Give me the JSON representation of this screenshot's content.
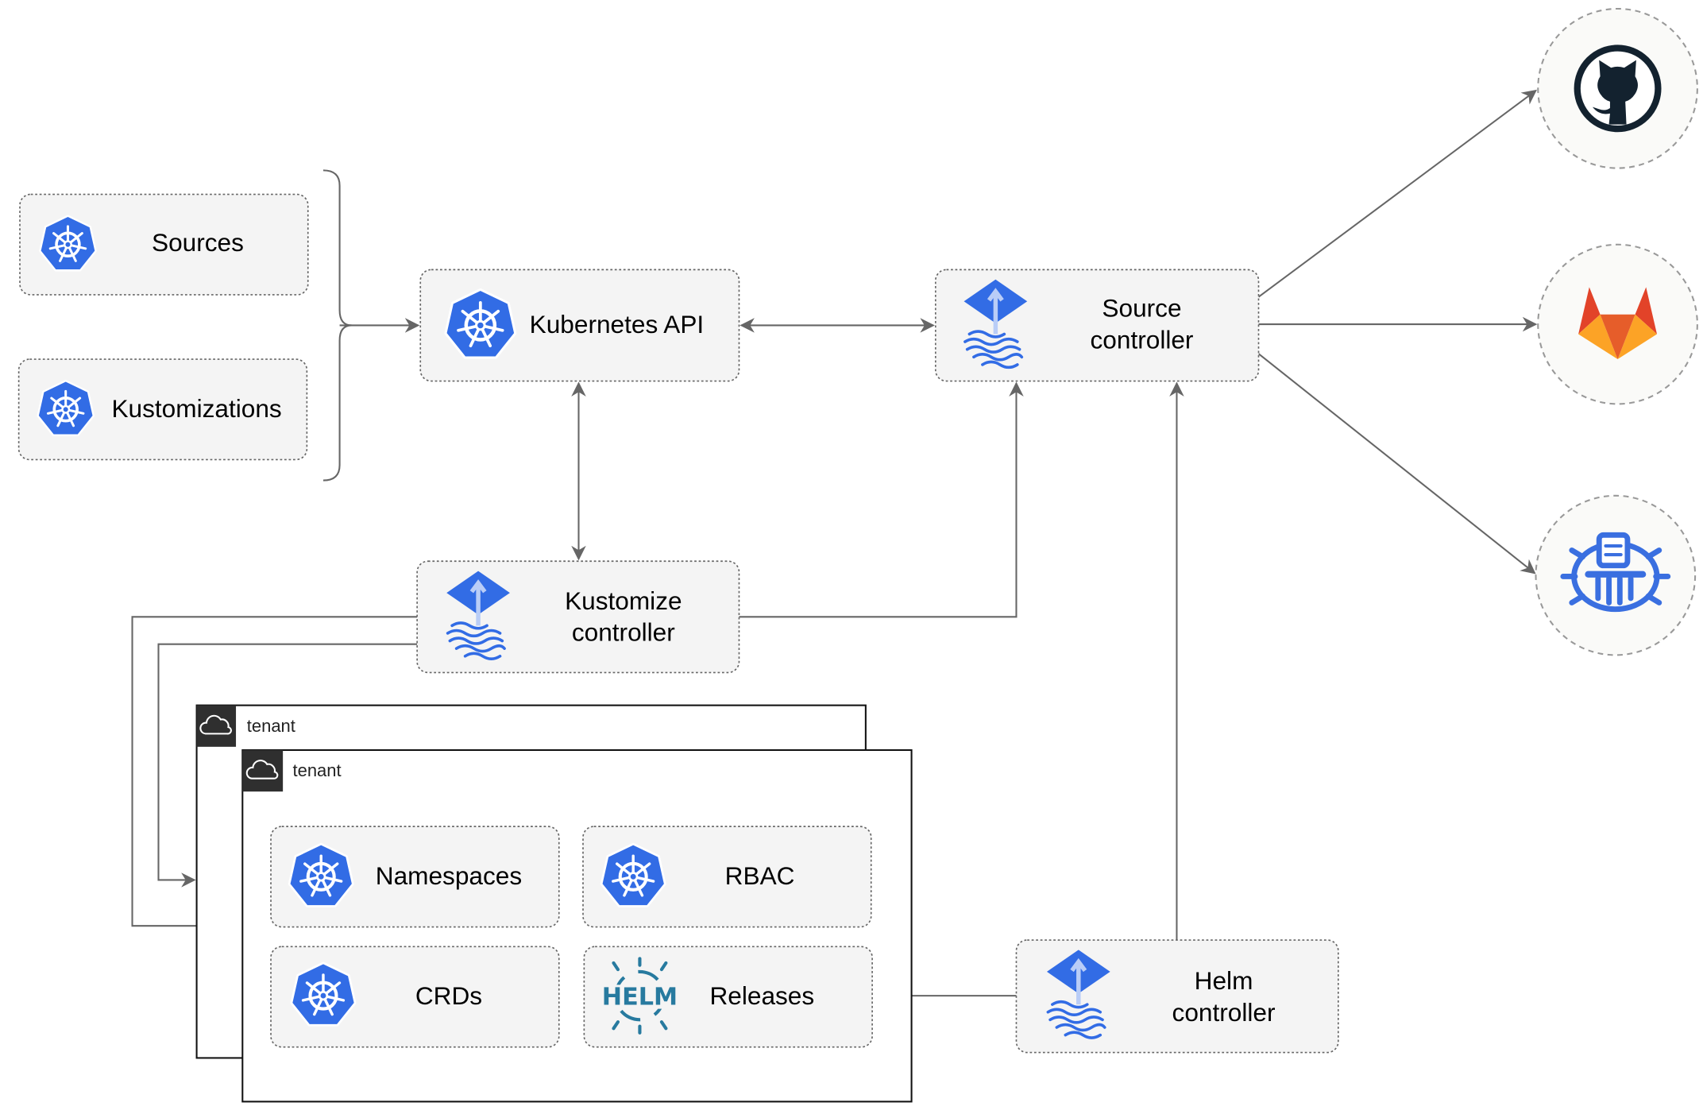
{
  "nodes": {
    "sources": "Sources",
    "kustomizations": "Kustomizations",
    "kubernetes_api": "Kubernetes API",
    "source_controller": [
      "Source",
      "controller"
    ],
    "kustomize_controller": [
      "Kustomize",
      "controller"
    ],
    "helm_controller": [
      "Helm",
      "controller"
    ],
    "namespaces": "Namespaces",
    "rbac": "RBAC",
    "crds": "CRDs",
    "releases": "Releases"
  },
  "tenants": [
    "tenant",
    "tenant"
  ],
  "helm_logo_text": "HELM",
  "external_sources": [
    "github-icon",
    "gitlab-icon",
    "bucket-icon"
  ],
  "colors": {
    "kubernetes_blue": "#326ce5",
    "helm_blue": "#277a9f",
    "edge": "#666666"
  }
}
